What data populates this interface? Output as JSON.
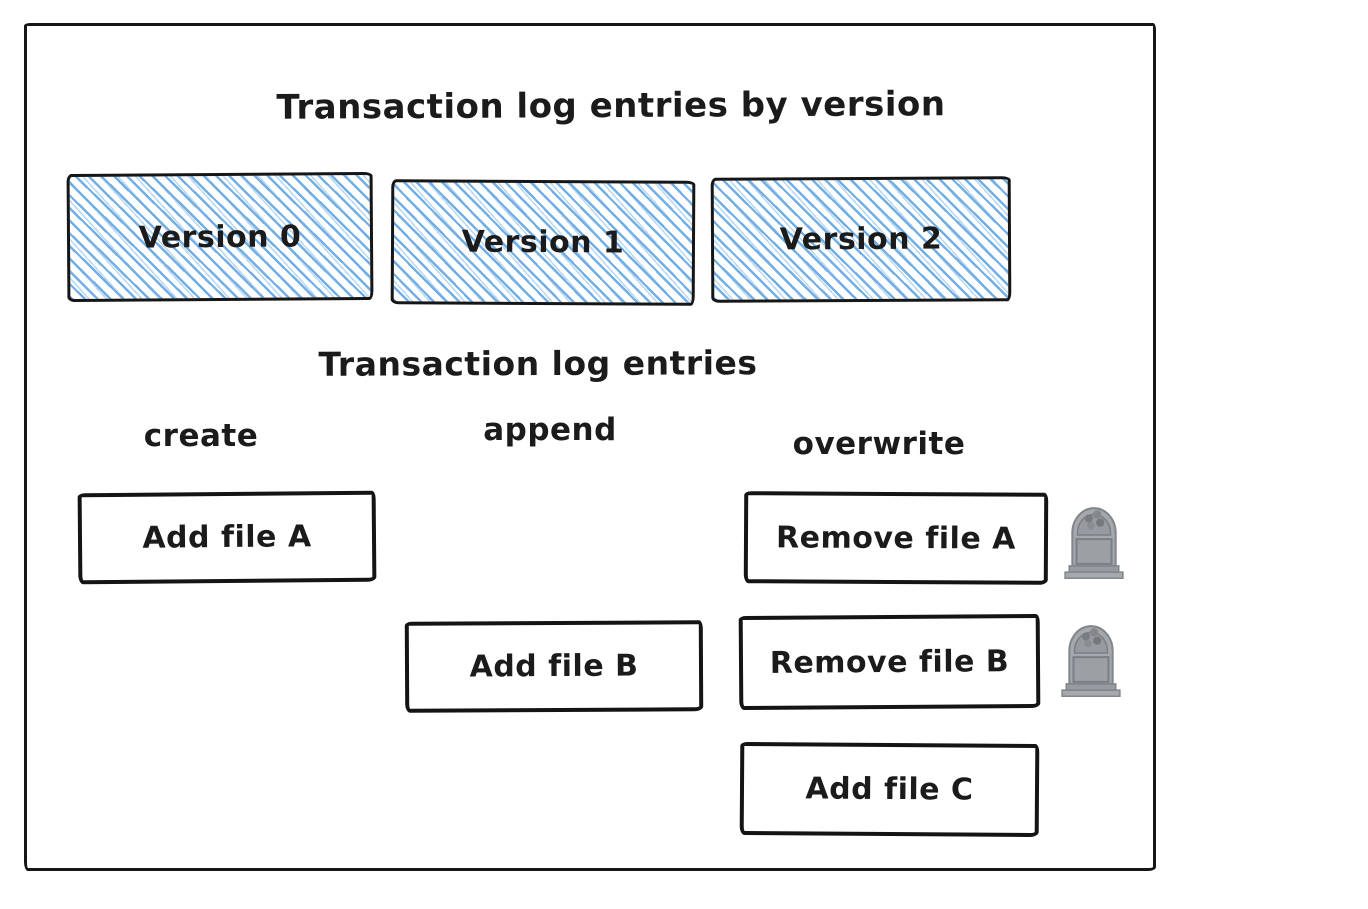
{
  "diagram": {
    "title": "Transaction log entries by version",
    "subtitle": "Transaction log entries",
    "versions": [
      {
        "label": "Version 0"
      },
      {
        "label": "Version 1"
      },
      {
        "label": "Version 2"
      }
    ],
    "columns": [
      {
        "label": "create"
      },
      {
        "label": "append"
      },
      {
        "label": "overwrite"
      }
    ],
    "entries": [
      {
        "label": "Add file A",
        "column": "create",
        "tombstone": false
      },
      {
        "label": "Add file B",
        "column": "append",
        "tombstone": false
      },
      {
        "label": "Remove file A",
        "column": "overwrite",
        "tombstone": true
      },
      {
        "label": "Remove file B",
        "column": "overwrite",
        "tombstone": true
      },
      {
        "label": "Add file C",
        "column": "overwrite",
        "tombstone": false
      }
    ],
    "icons": {
      "tombstone": "headstone-icon"
    },
    "colors": {
      "hatch_blue": "#6aabe5",
      "ink": "#161616",
      "tombstone_gray": "#9aa0a6"
    }
  }
}
